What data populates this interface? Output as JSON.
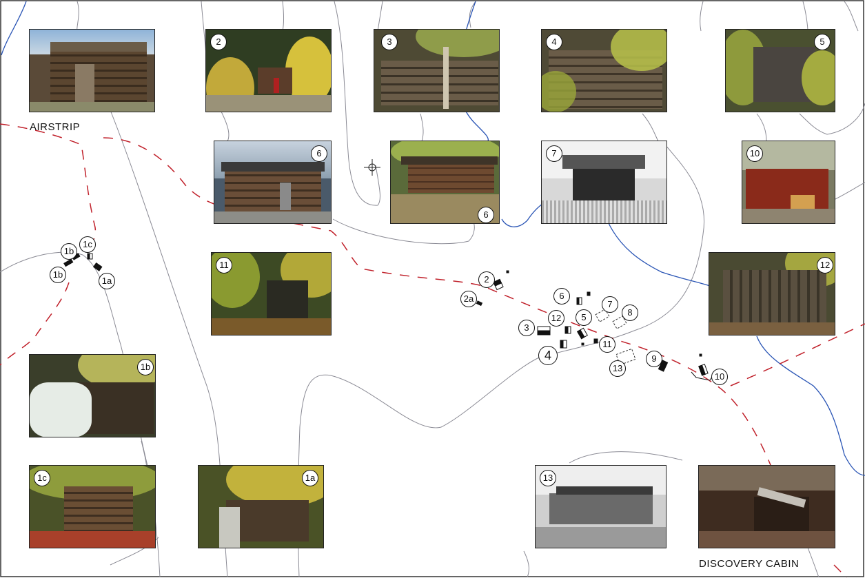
{
  "place_labels": {
    "airstrip": "AIRSTRIP",
    "discovery_cabin": "DISCOVERY CABIN"
  },
  "photos": [
    {
      "id": "airstrip-photo",
      "label": ""
    },
    {
      "id": "cabin-2-photo",
      "label": "2"
    },
    {
      "id": "cabin-3-photo",
      "label": "3"
    },
    {
      "id": "cabin-4-photo",
      "label": "4"
    },
    {
      "id": "cabin-5-photo",
      "label": "5"
    },
    {
      "id": "cabin-6-photo-a",
      "label": "6"
    },
    {
      "id": "cabin-6-photo-b",
      "label": "6"
    },
    {
      "id": "cabin-7-photo",
      "label": "7"
    },
    {
      "id": "cabin-10-photo",
      "label": "10"
    },
    {
      "id": "cabin-11-photo",
      "label": "11"
    },
    {
      "id": "cabin-12-photo",
      "label": "12"
    },
    {
      "id": "cabin-1b-photo",
      "label": "1b"
    },
    {
      "id": "cabin-1c-photo",
      "label": "1c"
    },
    {
      "id": "cabin-1a-photo",
      "label": "1a"
    },
    {
      "id": "cabin-13-photo",
      "label": "13"
    },
    {
      "id": "discovery-cabin-photo",
      "label": ""
    }
  ],
  "map_labels": {
    "l1b_top": "1b",
    "l1c": "1c",
    "l1b_bottom": "1b",
    "l1a": "1a",
    "l2": "2",
    "l2a": "2a",
    "l3": "3",
    "l4": "4",
    "l5": "5",
    "l6": "6",
    "l7": "7",
    "l8": "8",
    "l9": "9",
    "l10": "10",
    "l11": "11",
    "l12": "12",
    "l13": "13"
  },
  "colors": {
    "trail": "#c0202a",
    "creek": "#2a55b5",
    "contour": "#8a8a94"
  }
}
